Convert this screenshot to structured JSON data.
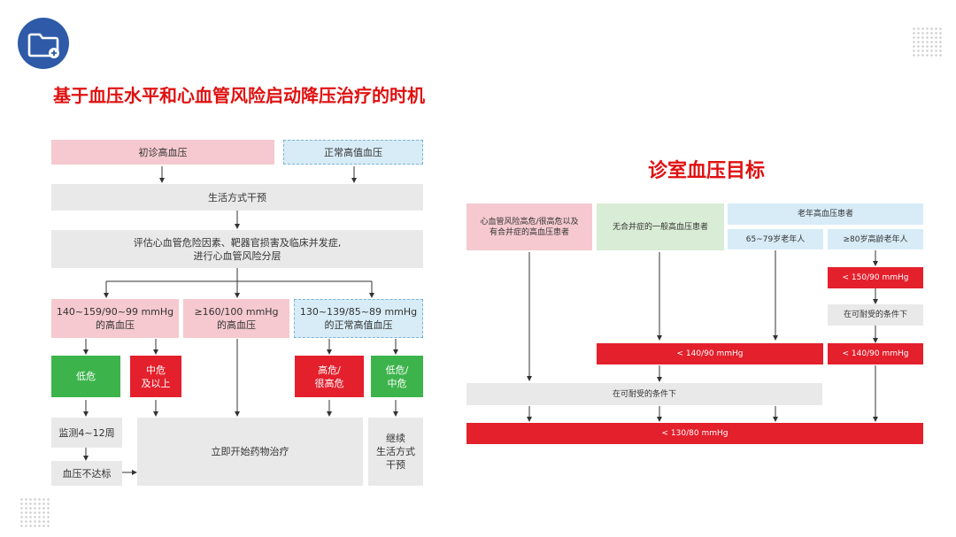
{
  "left_title": "基于血压水平和心血管风险启动降压治疗的时机",
  "right_title": "诊室血压目标",
  "icons": {
    "header": "folder-add-icon"
  },
  "colors": {
    "accent_red": "#e3202c",
    "title_red": "#e01010",
    "icon_blue": "#2e5aa8",
    "green": "#3cb44b"
  },
  "left_flow": {
    "initial": "初诊高血压",
    "high_normal": "正常高值血压",
    "lifestyle": "生活方式干预",
    "assess_line1": "评估心血管危险因素、靶器官损害及临床并发症,",
    "assess_line2": "进行心血管风险分层",
    "range1_line1": "140~159/90~99 mmHg",
    "range1_line2": "的高血压",
    "range2_line1": "≥160/100 mmHg",
    "range2_line2": "的高血压",
    "range3_line1": "130~139/85~89 mmHg",
    "range3_line2": "的正常高值血压",
    "low_risk": "低危",
    "mid_line1": "中危",
    "mid_line2": "及以上",
    "high_line1": "高危/",
    "high_line2": "很高危",
    "lowmid_line1": "低危/",
    "lowmid_line2": "中危",
    "monitor": "监测4~12周",
    "not_reached": "血压不达标",
    "start_drug": "立即开始药物治疗",
    "continue_line1": "继续",
    "continue_line2": "生活方式",
    "continue_line3": "干预"
  },
  "right_flow": {
    "col1_line1": "心血管风险高危/很高危以及",
    "col1_line2": "有合并症的高血压患者",
    "col2": "无合并症的一般高血压患者",
    "elderly": "老年高血压患者",
    "age65": "65~79岁老年人",
    "age80": "≥80岁高龄老年人",
    "target150": "< 150/90 mmHg",
    "tolerable_a": "在可耐受的条件下",
    "target140_main": "< 140/90 mmHg",
    "target140_side": "< 140/90 mmHg",
    "tolerable_b": "在可耐受的条件下",
    "target130": "< 130/80 mmHg"
  }
}
